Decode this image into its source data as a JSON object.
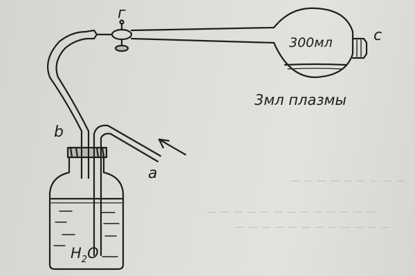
{
  "labels": {
    "stopcock": "г",
    "flask_volume": "300мл",
    "flask": "с",
    "plasma": "3мл плазмы",
    "tube_b": "b",
    "tube_a": "a",
    "water_h": "H",
    "water_sub": "2",
    "water_o": "O"
  },
  "colors": {
    "ink": "#1d1d1d",
    "paper": "#dcdcd8"
  },
  "icons": {
    "flow_arrow": "arrow-icon"
  }
}
